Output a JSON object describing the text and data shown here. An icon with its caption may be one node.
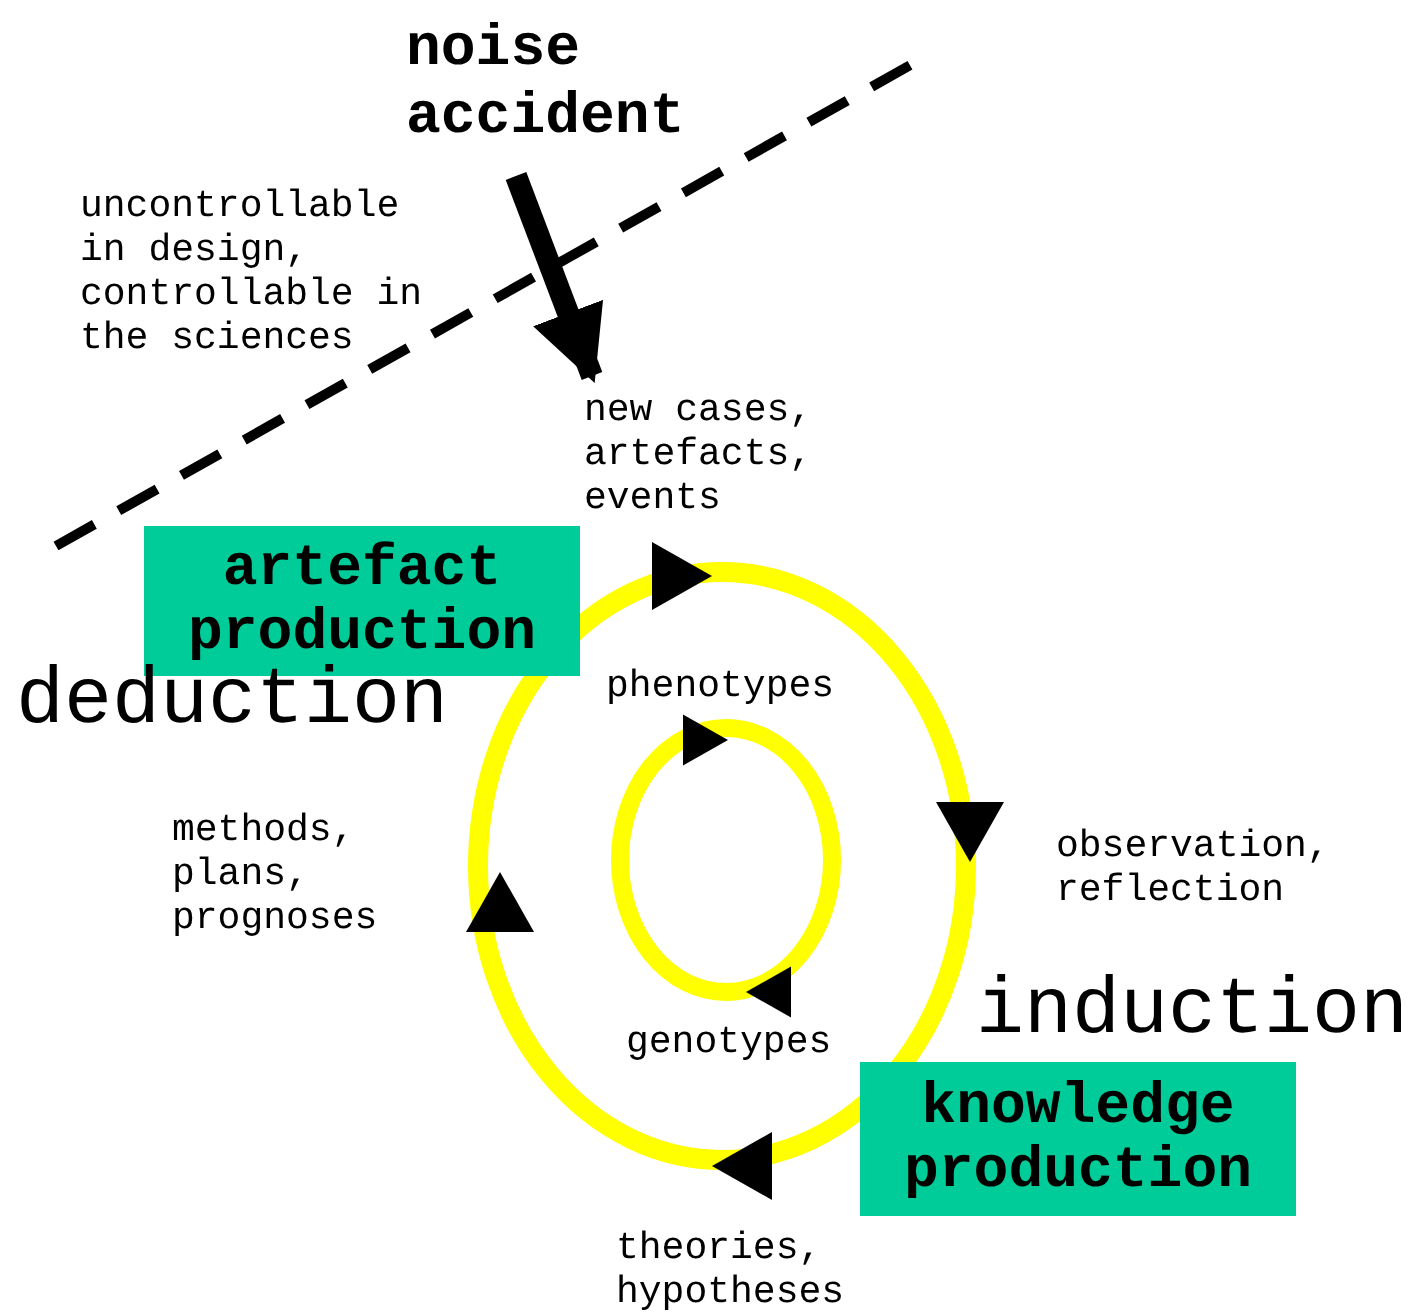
{
  "diagram": {
    "nodes": [
      {
        "text": [
          "noise accident"
        ]
      },
      {
        "text": [
          "new cases, artefacts, events"
        ]
      },
      {
        "text": [
          "artefact production"
        ]
      },
      {
        "text": [
          "knowledge production"
        ]
      }
    ],
    "edges": [
      {
        "from": 0,
        "to": 1,
        "arrow": "to"
      }
    ],
    "labels": [
      "uncontrollable in design, controllable in the sciences",
      "deduction",
      "phenotypes",
      "methods, plans, prognoses",
      "observation, reflection",
      "genotypes",
      "induction",
      "theories, hypotheses"
    ]
  }
}
